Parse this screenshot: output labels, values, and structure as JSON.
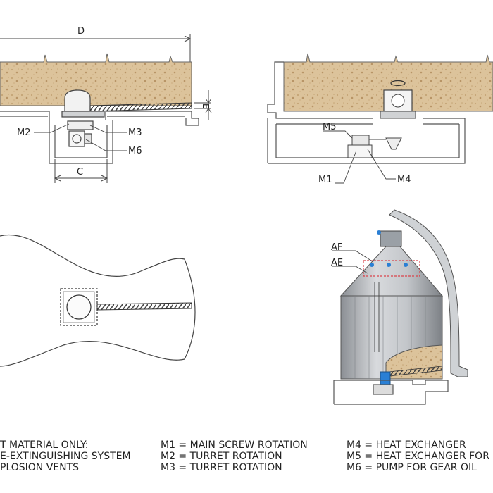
{
  "labels": {
    "D": "D",
    "E": "E",
    "C": "C",
    "M1": "M1",
    "M2": "M2",
    "M3": "M3",
    "M4": "M4",
    "M5": "M5",
    "M6": "M6",
    "AF": "AF",
    "AE": "AE"
  },
  "legend": {
    "col1": [
      "T MATERIAL ONLY:",
      "E-EXTINGUISHING SYSTEM",
      "PLOSION VENTS"
    ],
    "col2": [
      "M1 = MAIN SCREW ROTATION",
      "M2 = TURRET ROTATION",
      "M3 = TURRET ROTATION"
    ],
    "col3": [
      "M4 = HEAT EXCHANGER",
      "M5 = HEAT EXCHANGER FOR",
      "M6 = PUMP FOR GEAR OIL"
    ]
  },
  "colors": {
    "material": "#dcc39b",
    "material_speck": "#b89466",
    "line": "#555555",
    "silo_wall": "#b9bcc0",
    "silo_dark": "#7d8186",
    "accent_blue": "#2a7fd4",
    "accent_red": "#d9434b"
  }
}
